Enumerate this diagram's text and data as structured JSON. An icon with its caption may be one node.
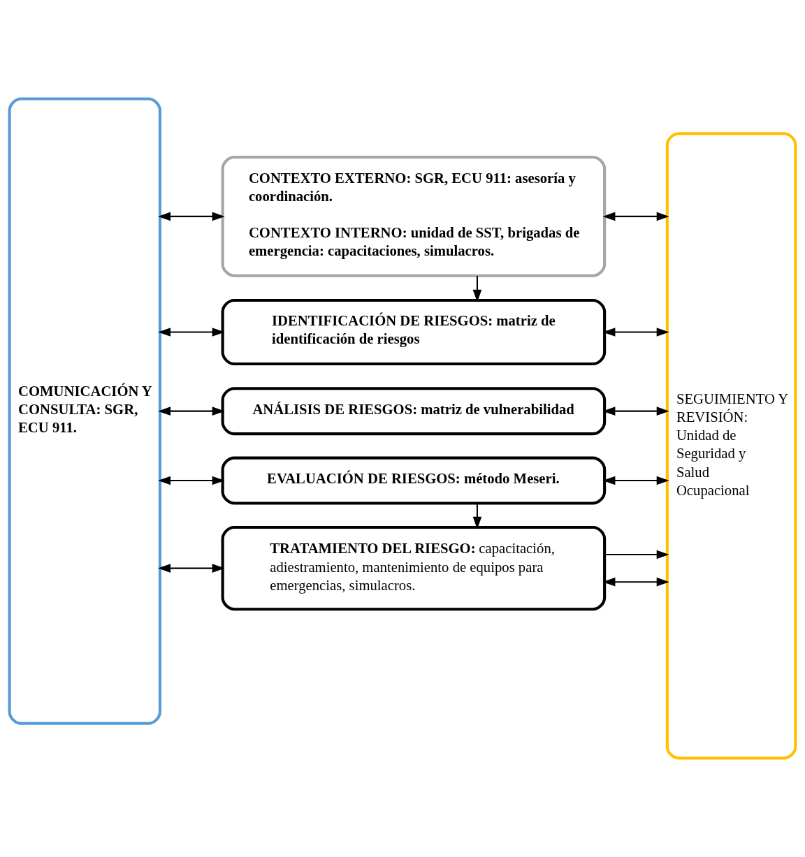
{
  "diagram": {
    "nodes": [
      {
        "text": [
          "COMUNICACIÓN Y CONSULTA: SGR, ECU 911."
        ]
      },
      {
        "text": [
          "CONTEXTO EXTERNO: SGR, ECU 911: asesoría y coordinación.",
          "CONTEXTO INTERNO: unidad de SST, brigadas de emergencia: capacitaciones, simulacros."
        ]
      },
      {
        "text": [
          "IDENTIFICACIÓN DE RIESGOS: matriz de identificación de riesgos"
        ]
      },
      {
        "text": [
          "ANÁLISIS DE RIESGOS: matriz de vulnerabilidad"
        ]
      },
      {
        "text": [
          "EVALUACIÓN DE RIESGOS: método Meseri."
        ]
      },
      {
        "text": [
          "**TRATAMIENTO DEL RIESGO:** capacitación, adiestramiento, mantenimiento de equipos para emergencias, simulacros."
        ]
      },
      {
        "text": [
          "SEGUIMIENTO Y REVISIÓN: Unidad de Seguridad y Salud Ocupacional"
        ]
      }
    ],
    "edges": [
      {
        "from": 0,
        "to": 1,
        "arrow": "both"
      },
      {
        "from": 0,
        "to": 2,
        "arrow": "both"
      },
      {
        "from": 0,
        "to": 3,
        "arrow": "both"
      },
      {
        "from": 0,
        "to": 4,
        "arrow": "both"
      },
      {
        "from": 0,
        "to": 5,
        "arrow": "both"
      },
      {
        "from": 1,
        "to": 6,
        "arrow": "both"
      },
      {
        "from": 2,
        "to": 6,
        "arrow": "both"
      },
      {
        "from": 3,
        "to": 6,
        "arrow": "both"
      },
      {
        "from": 4,
        "to": 6,
        "arrow": "both"
      },
      {
        "from": 5,
        "to": 6,
        "arrow": "both"
      },
      {
        "from": 1,
        "to": 2,
        "arrow": "to"
      },
      {
        "from": 4,
        "to": 5,
        "arrow": "to"
      },
      {
        "from": 5,
        "to": 6,
        "arrow": "to"
      }
    ]
  }
}
